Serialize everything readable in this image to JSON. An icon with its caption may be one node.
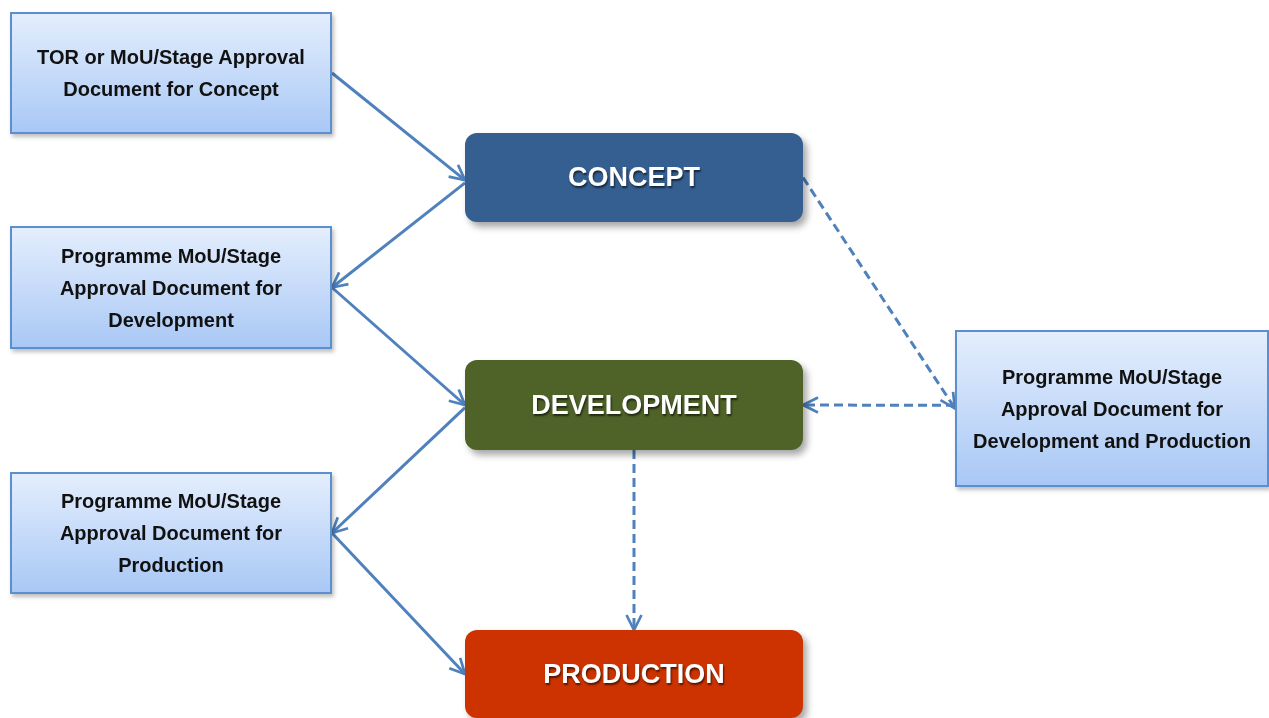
{
  "diagram": {
    "nodes": [
      {
        "text": [
          "TOR or MoU/Stage Approval Document for Concept"
        ]
      },
      {
        "text": [
          "CONCEPT"
        ]
      },
      {
        "text": [
          "Programme MoU/Stage Approval Document for Development"
        ]
      },
      {
        "text": [
          "DEVELOPMENT"
        ]
      },
      {
        "text": [
          "Programme MoU/Stage Approval Document for Development and Production"
        ]
      },
      {
        "text": [
          "Programme MoU/Stage Approval Document for Production"
        ]
      },
      {
        "text": [
          "PRODUCTION"
        ]
      }
    ],
    "edges": [
      {
        "from": 0,
        "to": 1,
        "arrow": "to"
      },
      {
        "from": 1,
        "to": 2,
        "arrow": "to"
      },
      {
        "from": 2,
        "to": 3,
        "arrow": "to"
      },
      {
        "from": 1,
        "to": 4,
        "arrow": "to",
        "style": "dashed"
      },
      {
        "from": 4,
        "to": 3,
        "arrow": "to",
        "style": "dashed"
      },
      {
        "from": 3,
        "to": 5,
        "arrow": "to"
      },
      {
        "from": 5,
        "to": 6,
        "arrow": "to"
      },
      {
        "from": 3,
        "to": 6,
        "arrow": "to",
        "style": "dashed"
      }
    ]
  }
}
